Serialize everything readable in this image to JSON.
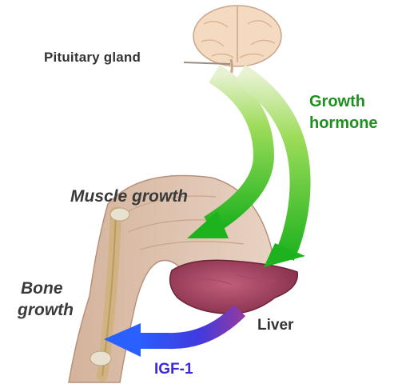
{
  "labels": {
    "pituitary": "Pituitary gland",
    "growth_hormone_line1": "Growth",
    "growth_hormone_line2": "hormone",
    "muscle_growth": "Muscle growth",
    "bone_growth_line1": "Bone",
    "bone_growth_line2": "growth",
    "liver": "Liver",
    "igf1": "IGF-1"
  },
  "colors": {
    "growth_hormone": "#1f8f1f",
    "igf1": "#3b2bd6",
    "text": "#333333"
  }
}
